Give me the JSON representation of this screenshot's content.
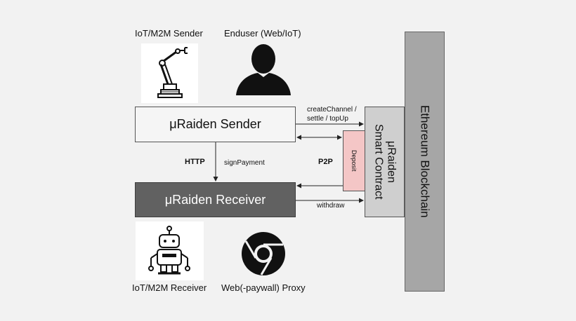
{
  "actors": {
    "iot_sender": "IoT/M2M Sender",
    "enduser": "Enduser (Web/IoT)",
    "iot_receiver": "IoT/M2M Receiver",
    "proxy": "Web(-paywall) Proxy"
  },
  "components": {
    "sender": "μRaiden Sender",
    "receiver": "μRaiden Receiver",
    "contract_line1": "μRaiden",
    "contract_line2": "Smart Contract",
    "deposit": "Deposit",
    "blockchain": "Ethereum Blockchain"
  },
  "edges": {
    "create_line1": "createChannel /",
    "create_line2": "settle / topUp",
    "http": "HTTP",
    "sign_payment": "signPayment",
    "p2p": "P2P",
    "withdraw": "withdraw"
  },
  "icons": {
    "robot_arm": "robot-arm-icon",
    "person": "person-silhouette-icon",
    "robot": "robot-icon",
    "chrome": "chrome-logo-icon"
  },
  "colors": {
    "receiver_fill": "#616161",
    "deposit_fill": "#f4c6c6",
    "contract_fill": "#cfcfcf",
    "chain_fill": "#a6a6a6"
  }
}
